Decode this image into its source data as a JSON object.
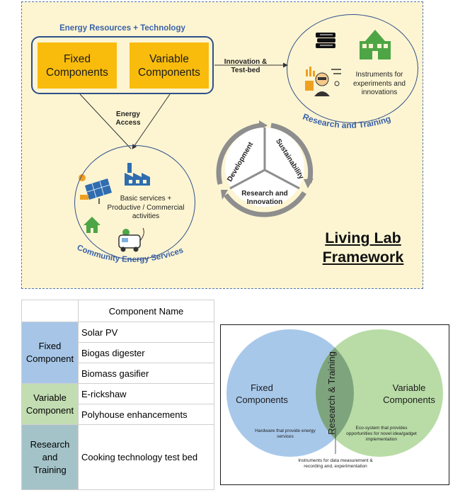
{
  "framework": {
    "energy_resources_title": "Energy Resources + Technology",
    "fixed_components": "Fixed Components",
    "variable_components": "Variable Components",
    "innovation_label": "Innovation & Test-bed",
    "energy_access_label": "Energy Access",
    "research_training_title": "Research and Training",
    "instruments_text": "Instruments for experiments and innovations",
    "community_title": "Community Energy Services",
    "basic_services_text": "Basic services + Productive / Commercial activities",
    "cycle": {
      "development": "Development",
      "sustainability": "Sustainability",
      "research_innovation": "Research and Innovation"
    },
    "living_lab_title_line1": "Living Lab",
    "living_lab_title_line2": "Framework"
  },
  "table": {
    "header": "Component Name",
    "groups": [
      {
        "category": "Fixed Component",
        "items": [
          "Solar PV",
          "Biogas digester",
          "Biomass gasifier"
        ]
      },
      {
        "category": "Variable Component",
        "items": [
          "E-rickshaw",
          "Polyhouse enhancements"
        ]
      },
      {
        "category": "Research and Training",
        "items": [
          "Cooking technology test bed"
        ]
      }
    ]
  },
  "venn": {
    "left_label": "Fixed Components",
    "right_label": "Variable Components",
    "center_label": "Research & Training",
    "left_note": "Hardware that provide energy services",
    "right_note": "Eco-system that provides opportunities for novel idea/gadget implementation",
    "center_note": "Instruments for data measurement & recording and, experimentation"
  },
  "colors": {
    "panel_bg": "#fdf5d2",
    "panel_border": "#4f79b8",
    "component_box": "#f9bc0c",
    "navy": "#2f4f89",
    "label_blue": "#3a62a8",
    "icon_green": "#4ea545",
    "icon_blue": "#2f6db0",
    "venn_blue": "#a8c8ea",
    "venn_green": "#b9dca7",
    "venn_overlap": "#7ea47d"
  }
}
